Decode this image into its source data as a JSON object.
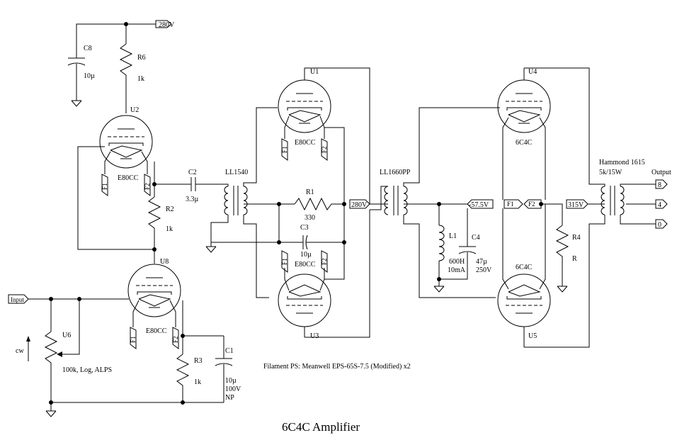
{
  "title": "6C4C Amplifier",
  "note": "Filament PS: Meanwell EPS-65S-7.5 (Modified) x2",
  "ports": {
    "b280_top": "280V",
    "b280_mid": "280V",
    "neg": "-57.5V",
    "b315": "315V",
    "input": "Input",
    "out8": "8",
    "out4": "4",
    "out0": "0",
    "f1": "F1",
    "f2": "F2"
  },
  "tubes": {
    "u1": {
      "ref": "U1",
      "type": "E80CC"
    },
    "u2": {
      "ref": "U2",
      "type": "E80CC"
    },
    "u3": {
      "ref": "U3",
      "type": "E80CC"
    },
    "u8": {
      "ref": "U8",
      "type": "E80CC"
    },
    "u4": {
      "ref": "U4",
      "type": "6C4C"
    },
    "u5": {
      "ref": "U5",
      "type": "6C4C"
    },
    "f1": "F1",
    "f2": "F2"
  },
  "parts": {
    "c8": {
      "ref": "C8",
      "val": "10µ"
    },
    "r6": {
      "ref": "R6",
      "val": "1k"
    },
    "c2": {
      "ref": "C2",
      "val": "3.3µ"
    },
    "r2": {
      "ref": "R2",
      "val": "1k"
    },
    "r1": {
      "ref": "R1",
      "val": "330"
    },
    "c3": {
      "ref": "C3",
      "val": "10µ"
    },
    "r3": {
      "ref": "R3",
      "val": "1k"
    },
    "c1": {
      "ref": "C1",
      "v1": "10µ",
      "v2": "100V",
      "v3": "NP"
    },
    "u6": {
      "ref": "U6",
      "val": "100k, Log, ALPS",
      "cw": "cw"
    },
    "l1": {
      "ref": "L1",
      "v1": "600H",
      "v2": "10mA"
    },
    "c4": {
      "ref": "C4",
      "v1": "47µ",
      "v2": "250V"
    },
    "r4": {
      "ref": "R4",
      "val": "R"
    },
    "t1": {
      "ref": "LL1540"
    },
    "t2": {
      "ref": "LL1660PP"
    },
    "t3": {
      "ref": "Hammond 1615",
      "val": "5k/15W",
      "out": "Output"
    }
  }
}
